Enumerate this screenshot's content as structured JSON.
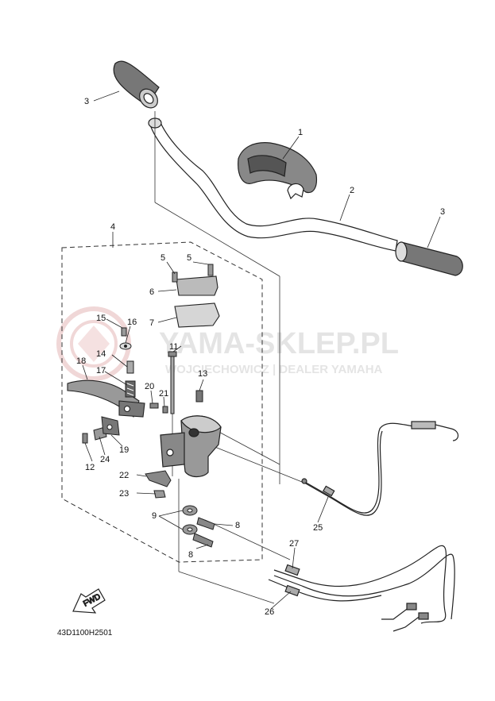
{
  "watermark": {
    "title": "YAMA-SKLEP.PL",
    "subtitle": "WOJCIECHOWICZ | DEALER YAMAHA",
    "color": "#d9b3b3"
  },
  "diagram_code": "43D1100H2501",
  "fwd_label": "FWD",
  "callouts": [
    {
      "id": "c1",
      "text": "1"
    },
    {
      "id": "c2",
      "text": "2"
    },
    {
      "id": "c3a",
      "text": "3"
    },
    {
      "id": "c3b",
      "text": "3"
    },
    {
      "id": "c4",
      "text": "4"
    },
    {
      "id": "c5a",
      "text": "5"
    },
    {
      "id": "c5b",
      "text": "5"
    },
    {
      "id": "c6",
      "text": "6"
    },
    {
      "id": "c7",
      "text": "7"
    },
    {
      "id": "c8a",
      "text": "8"
    },
    {
      "id": "c8b",
      "text": "8"
    },
    {
      "id": "c9",
      "text": "9"
    },
    {
      "id": "c11",
      "text": "11"
    },
    {
      "id": "c12",
      "text": "12"
    },
    {
      "id": "c13",
      "text": "13"
    },
    {
      "id": "c14",
      "text": "14"
    },
    {
      "id": "c15",
      "text": "15"
    },
    {
      "id": "c16",
      "text": "16"
    },
    {
      "id": "c17",
      "text": "17"
    },
    {
      "id": "c18",
      "text": "18"
    },
    {
      "id": "c19",
      "text": "19"
    },
    {
      "id": "c20",
      "text": "20"
    },
    {
      "id": "c21",
      "text": "21"
    },
    {
      "id": "c22",
      "text": "22"
    },
    {
      "id": "c23",
      "text": "23"
    },
    {
      "id": "c24",
      "text": "24"
    },
    {
      "id": "c25",
      "text": "25"
    },
    {
      "id": "c26",
      "text": "26"
    },
    {
      "id": "c27",
      "text": "27"
    }
  ]
}
